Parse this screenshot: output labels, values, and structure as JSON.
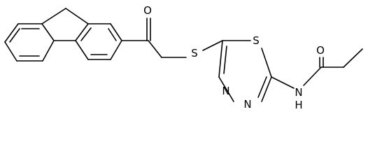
{
  "structure": {
    "atoms": {
      "carbonyl_oxygen_left": "O",
      "thioether_sulfur": "S",
      "thiadiazole_sulfur": "S",
      "thiadiazole_n3": "N",
      "thiadiazole_n4": "N",
      "amide_nh": "N",
      "amide_h": "H",
      "amide_oxygen": "O"
    }
  }
}
